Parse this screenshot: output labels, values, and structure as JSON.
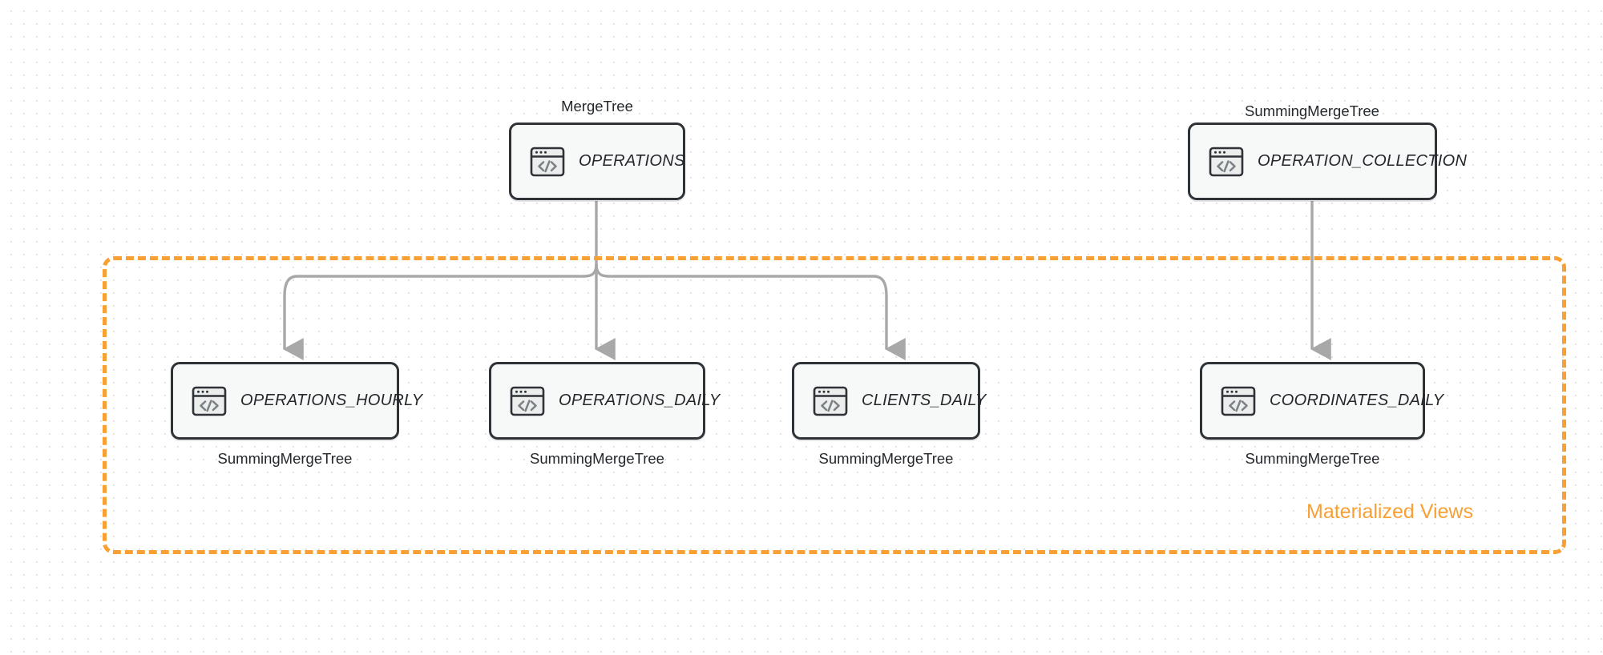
{
  "diagram": {
    "title": "ClickHouse table and materialized view lineage",
    "background": "#ffffff",
    "accent_color": "#f8a033",
    "node_border_color": "#2f3337",
    "node_fill_color": "#f7f8f8",
    "edge_color": "#a8a8a8"
  },
  "group": {
    "label": "Materialized Views",
    "color": "#f8a033"
  },
  "nodes": [
    {
      "id": "operations",
      "name": "OPERATIONS",
      "engine": "MergeTree",
      "engine_position": "above",
      "icon": "code-window-icon"
    },
    {
      "id": "operation_collection",
      "name": "OPERATION_COLLECTION",
      "engine": "SummingMergeTree",
      "engine_position": "above",
      "icon": "code-window-icon"
    },
    {
      "id": "operations_hourly",
      "name": "OPERATIONS_HOURLY",
      "engine": "SummingMergeTree",
      "engine_position": "below",
      "icon": "code-window-icon"
    },
    {
      "id": "operations_daily",
      "name": "OPERATIONS_DAILY",
      "engine": "SummingMergeTree",
      "engine_position": "below",
      "icon": "code-window-icon"
    },
    {
      "id": "clients_daily",
      "name": "CLIENTS_DAILY",
      "engine": "SummingMergeTree",
      "engine_position": "below",
      "icon": "code-window-icon"
    },
    {
      "id": "coordinates_daily",
      "name": "COORDINATES_DAILY",
      "engine": "SummingMergeTree",
      "engine_position": "below",
      "icon": "code-window-icon"
    }
  ],
  "edges": [
    {
      "from": "operations",
      "to": "operations_hourly"
    },
    {
      "from": "operations",
      "to": "operations_daily"
    },
    {
      "from": "operations",
      "to": "clients_daily"
    },
    {
      "from": "operation_collection",
      "to": "coordinates_daily"
    }
  ]
}
